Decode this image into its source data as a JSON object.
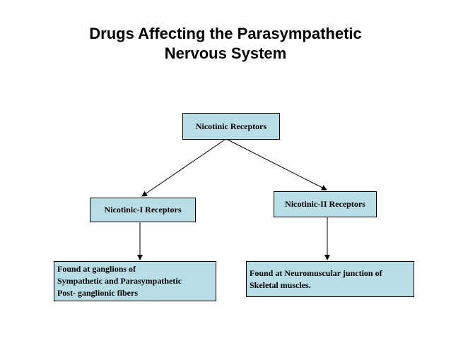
{
  "title": {
    "line1": "Drugs Affecting the Parasympathetic",
    "line2": "Nervous System"
  },
  "colors": {
    "box_fill": "#b8dde4",
    "border": "#000000",
    "text": "#000000"
  },
  "nodes": {
    "root": {
      "label": "Nicotinic Receptors"
    },
    "nicotinic_1": {
      "label": "Nicotinic-I Receptors"
    },
    "nicotinic_2": {
      "label": "Nicotinic-II Receptors"
    },
    "desc_1": {
      "lines": [
        "Found at ganglions of",
        "Sympathetic and Parasympathetic",
        "Post- ganglionic fibers"
      ]
    },
    "desc_2": {
      "lines": [
        "Found at Neuromuscular junction of",
        "Skeletal muscles."
      ]
    }
  }
}
